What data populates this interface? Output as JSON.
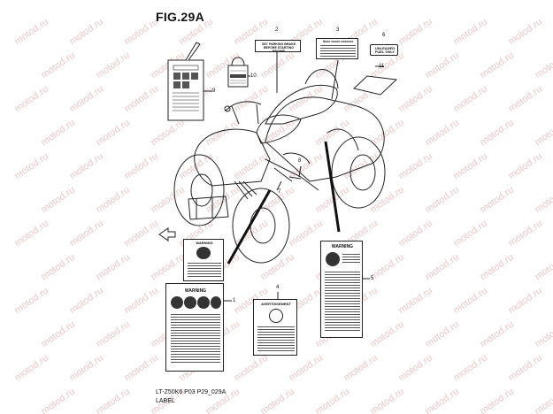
{
  "figure": {
    "title": "FIG.29A"
  },
  "callouts": [
    "1",
    "2",
    "3",
    "4",
    "5",
    "6",
    "7",
    "8",
    "9",
    "10",
    "11"
  ],
  "labels": {
    "l2_text": "SET PARKING BRAKE BEFORE STARTING ENGINE",
    "l3_header": "Sxxx xxxxx xxxxxxx",
    "l6_text": "UNLEADED FUEL ONLY",
    "l1_warning_top": "WARNING",
    "l1_warning_main": "WARNING",
    "l4_header": "AVERTISSEMENT",
    "l5_header": "WARNING"
  },
  "footer": {
    "code": "LT-Z50K6 P03 P29_029A",
    "name": "LABEL"
  },
  "watermark": {
    "text": "motod.ru",
    "color": "#ecc7c7"
  },
  "colors": {
    "line": "#222222"
  }
}
